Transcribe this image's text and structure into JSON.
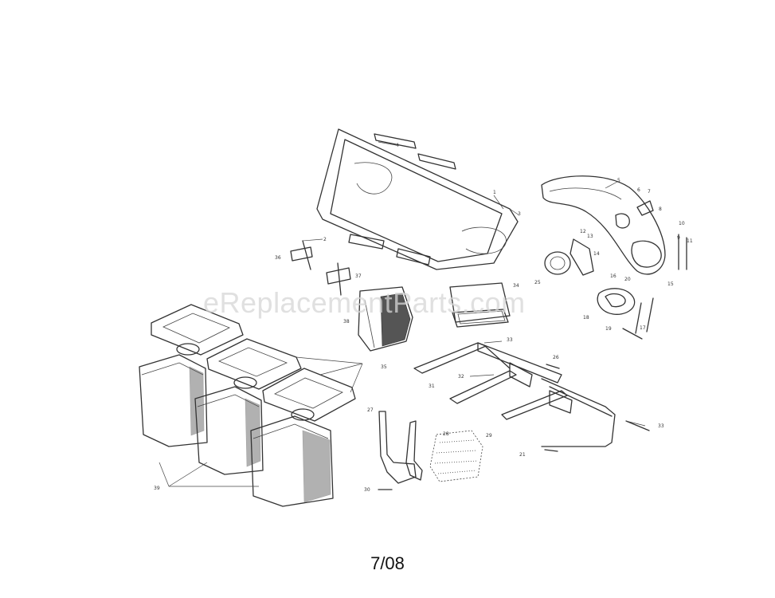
{
  "watermark": "eReplacementParts.com",
  "page_label": "7/08",
  "callouts": {
    "c1": "1",
    "c2": "2",
    "c3": "3",
    "c4": "4",
    "c5": "5",
    "c6": "6",
    "c7": "7",
    "c8": "8",
    "c9": "9",
    "c10": "10",
    "c11": "11",
    "c12": "12",
    "c13": "13",
    "c14": "14",
    "c15": "15",
    "c16": "16",
    "c17": "17",
    "c18": "18",
    "c19": "19",
    "c20": "20",
    "c21": "21",
    "c25": "25",
    "c26": "26",
    "c27": "27",
    "c28": "28",
    "c29": "29",
    "c30": "30",
    "c31": "31",
    "c32": "32",
    "c33": "33",
    "c34": "34",
    "c35": "35",
    "c36": "36",
    "c37": "37",
    "c38": "38",
    "c39": "39"
  }
}
